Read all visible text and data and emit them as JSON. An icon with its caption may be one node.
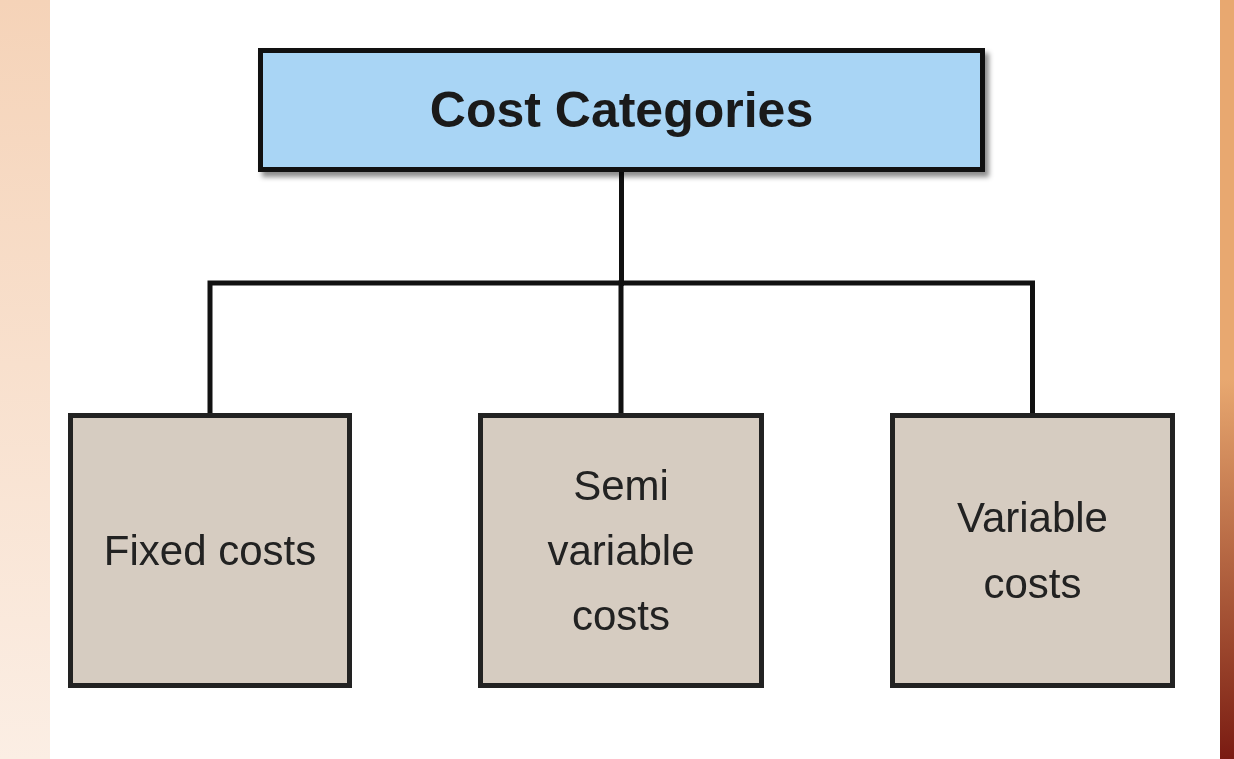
{
  "diagram": {
    "nodes": [
      {
        "text": [
          "Cost Categories"
        ]
      },
      {
        "text": [
          "Fixed costs"
        ]
      },
      {
        "text": [
          "Semi variable costs"
        ]
      },
      {
        "text": [
          "Variable costs"
        ]
      }
    ],
    "edges": [
      {
        "from": 0,
        "to": 1,
        "arrow": "none"
      },
      {
        "from": 0,
        "to": 2,
        "arrow": "none"
      },
      {
        "from": 0,
        "to": 3,
        "arrow": "none"
      }
    ]
  }
}
